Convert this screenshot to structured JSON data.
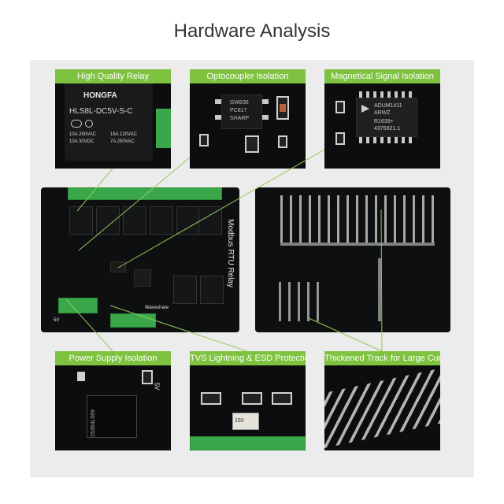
{
  "title": "Hardware Analysis",
  "labels": {
    "relay": "High Quality Relay",
    "opto": "Optocoupler Isolation",
    "magnetic": "Magnetical Signal Isolation",
    "power": "Power Supply Isolation",
    "tvs": "TVS Lightning & ESD Protection",
    "track": "Thickened Track for Large Current"
  },
  "relay_photo": {
    "brand": "HONGFA",
    "model": "HLS8L-DC5V-S-C",
    "rating_left_1": "10A 250VAC",
    "rating_left_2": "10A 30VDC",
    "rating_right_1": "15A 120VAC",
    "rating_right_2": "7A 250VAC"
  },
  "opto_photo": {
    "chip_line_1": "GW836",
    "chip_line_2": "PC817",
    "chip_line_3": "SHARP"
  },
  "magnetic_photo": {
    "chip_line_1": "ADUM1411",
    "chip_line_2": "ARWZ",
    "chip_line_3": "R1639+",
    "chip_line_4": "4375821.1"
  },
  "board": {
    "side_label": "Modbus RTU Relay",
    "brand": "Waveshare",
    "voltage": "5V"
  },
  "power_photo": {
    "chip_text": "15364L569",
    "voltage": "5V"
  },
  "tvs_photo": {
    "component_text": "150"
  },
  "colors": {
    "accent": "#7ec240",
    "panel": "#ececec",
    "pcb": "#0c0d0e",
    "terminal": "#3aa84a"
  }
}
